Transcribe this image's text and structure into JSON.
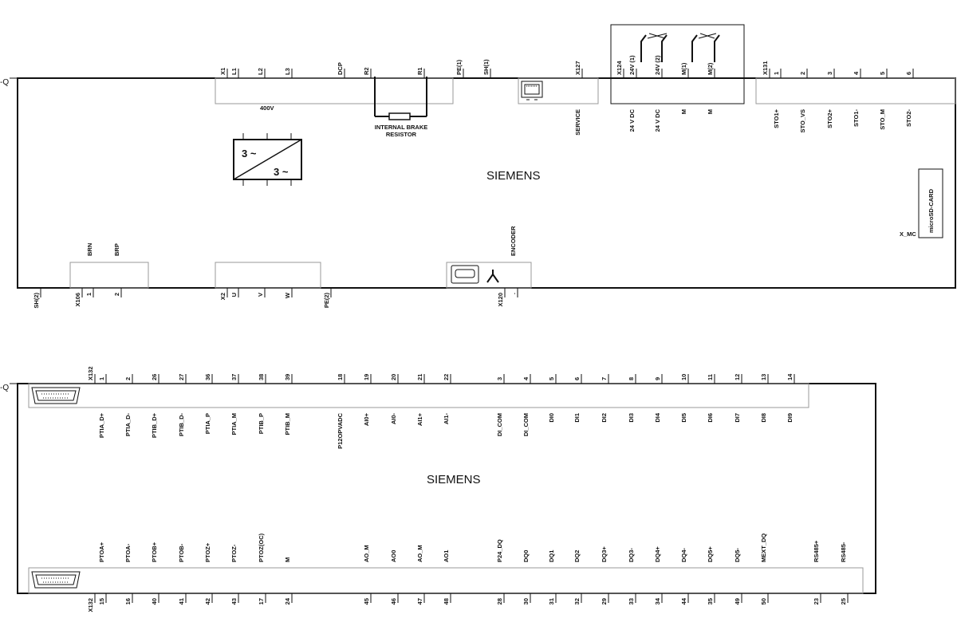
{
  "drive": {
    "ref": "-Q",
    "brand": "SIEMENS",
    "power_label": "400V",
    "brake_label_1": "INTERNAL BRAKE",
    "brake_label_2": "RESISTOR",
    "converter_in": "3 ~",
    "converter_out": "3 ~",
    "sd_card": "microSD-CARD",
    "x_mc": "X_MC",
    "top_pins": [
      {
        "t": "X1"
      },
      {
        "t": "L1"
      },
      {
        "t": "L2"
      },
      {
        "t": "L3"
      },
      {
        "t": "DCP"
      },
      {
        "t": "R2"
      },
      {
        "t": "R1"
      },
      {
        "t": "PE(1)"
      },
      {
        "t": "SH(1)"
      },
      {
        "t": "X127"
      },
      {
        "t": "X124"
      },
      {
        "t": "24V (1)"
      },
      {
        "t": "24V (2)"
      },
      {
        "t": "M(1)"
      },
      {
        "t": "M(2)"
      },
      {
        "t": "X131"
      },
      {
        "t": "1"
      },
      {
        "t": "2"
      },
      {
        "t": "3"
      },
      {
        "t": "4"
      },
      {
        "t": "5"
      },
      {
        "t": "6"
      }
    ],
    "top_inner": [
      {
        "t": "SERVICE"
      },
      {
        "t": "24 V DC"
      },
      {
        "t": "24 V DC"
      },
      {
        "t": "M"
      },
      {
        "t": "M"
      },
      {
        "t": "STO1+"
      },
      {
        "t": "STO_VS"
      },
      {
        "t": "STO2+"
      },
      {
        "t": "STO1-"
      },
      {
        "t": "STO_M"
      },
      {
        "t": "STO2-"
      }
    ],
    "bottom_inner": [
      {
        "t": "BRN"
      },
      {
        "t": "BRP"
      },
      {
        "t": "ENCODER"
      }
    ],
    "bottom_pins": [
      {
        "t": "SH(2)"
      },
      {
        "t": "X106"
      },
      {
        "t": "1"
      },
      {
        "t": "2"
      },
      {
        "t": "X2"
      },
      {
        "t": "U"
      },
      {
        "t": "V"
      },
      {
        "t": "W"
      },
      {
        "t": "PE(2)"
      },
      {
        "t": "X120"
      },
      {
        "t": "."
      }
    ]
  },
  "controller": {
    "ref": "-Q",
    "brand": "SIEMENS",
    "top_pins": [
      {
        "t": "X132"
      },
      {
        "t": "1"
      },
      {
        "t": "2"
      },
      {
        "t": "26"
      },
      {
        "t": "27"
      },
      {
        "t": "36"
      },
      {
        "t": "37"
      },
      {
        "t": "38"
      },
      {
        "t": "39"
      },
      {
        "t": "18"
      },
      {
        "t": "19"
      },
      {
        "t": "20"
      },
      {
        "t": "21"
      },
      {
        "t": "22"
      },
      {
        "t": "3"
      },
      {
        "t": "4"
      },
      {
        "t": "5"
      },
      {
        "t": "6"
      },
      {
        "t": "7"
      },
      {
        "t": "8"
      },
      {
        "t": "9"
      },
      {
        "t": "10"
      },
      {
        "t": "11"
      },
      {
        "t": "12"
      },
      {
        "t": "13"
      },
      {
        "t": "14"
      }
    ],
    "top_inner": [
      {
        "t": "PTIA_D+"
      },
      {
        "t": "PTIA_D-"
      },
      {
        "t": "PTIB_D+"
      },
      {
        "t": "PTIB_D-"
      },
      {
        "t": "PTIA_P"
      },
      {
        "t": "PTIA_M"
      },
      {
        "t": "PTIB_P"
      },
      {
        "t": "PTIB_M"
      },
      {
        "t": "P12OPVADC"
      },
      {
        "t": "AI0+"
      },
      {
        "t": "AI0-"
      },
      {
        "t": "AI1+"
      },
      {
        "t": "AI1-"
      },
      {
        "t": "DI_COM"
      },
      {
        "t": "DI_COM"
      },
      {
        "t": "DI0"
      },
      {
        "t": "DI1"
      },
      {
        "t": "DI2"
      },
      {
        "t": "DI3"
      },
      {
        "t": "DI4"
      },
      {
        "t": "DI5"
      },
      {
        "t": "DI6"
      },
      {
        "t": "DI7"
      },
      {
        "t": "DI8"
      },
      {
        "t": "DI9"
      }
    ],
    "bottom_inner": [
      {
        "t": "PTOA+"
      },
      {
        "t": "PTOA-"
      },
      {
        "t": "PTOB+"
      },
      {
        "t": "PTOB-"
      },
      {
        "t": "PTOZ+"
      },
      {
        "t": "PTOZ-"
      },
      {
        "t": "PTOZ(OC)"
      },
      {
        "t": "M"
      },
      {
        "t": "AO_M"
      },
      {
        "t": "AO0"
      },
      {
        "t": "AO_M"
      },
      {
        "t": "AO1"
      },
      {
        "t": "P24_DQ"
      },
      {
        "t": "DQ0"
      },
      {
        "t": "DQ1"
      },
      {
        "t": "DQ2"
      },
      {
        "t": "DQ3+"
      },
      {
        "t": "DQ3-"
      },
      {
        "t": "DQ4+"
      },
      {
        "t": "DQ4-"
      },
      {
        "t": "DQ5+"
      },
      {
        "t": "DQ5-"
      },
      {
        "t": "MEXT_DQ"
      },
      {
        "t": "RS485+"
      },
      {
        "t": "RS485-"
      }
    ],
    "bottom_pins": [
      {
        "t": "X132"
      },
      {
        "t": "15"
      },
      {
        "t": "16"
      },
      {
        "t": "40"
      },
      {
        "t": "41"
      },
      {
        "t": "42"
      },
      {
        "t": "43"
      },
      {
        "t": "17"
      },
      {
        "t": "24"
      },
      {
        "t": "45"
      },
      {
        "t": "46"
      },
      {
        "t": "47"
      },
      {
        "t": "48"
      },
      {
        "t": "28"
      },
      {
        "t": "30"
      },
      {
        "t": "31"
      },
      {
        "t": "32"
      },
      {
        "t": "29"
      },
      {
        "t": "33"
      },
      {
        "t": "34"
      },
      {
        "t": "44"
      },
      {
        "t": "35"
      },
      {
        "t": "49"
      },
      {
        "t": "50"
      },
      {
        "t": "23"
      },
      {
        "t": "25"
      }
    ]
  }
}
